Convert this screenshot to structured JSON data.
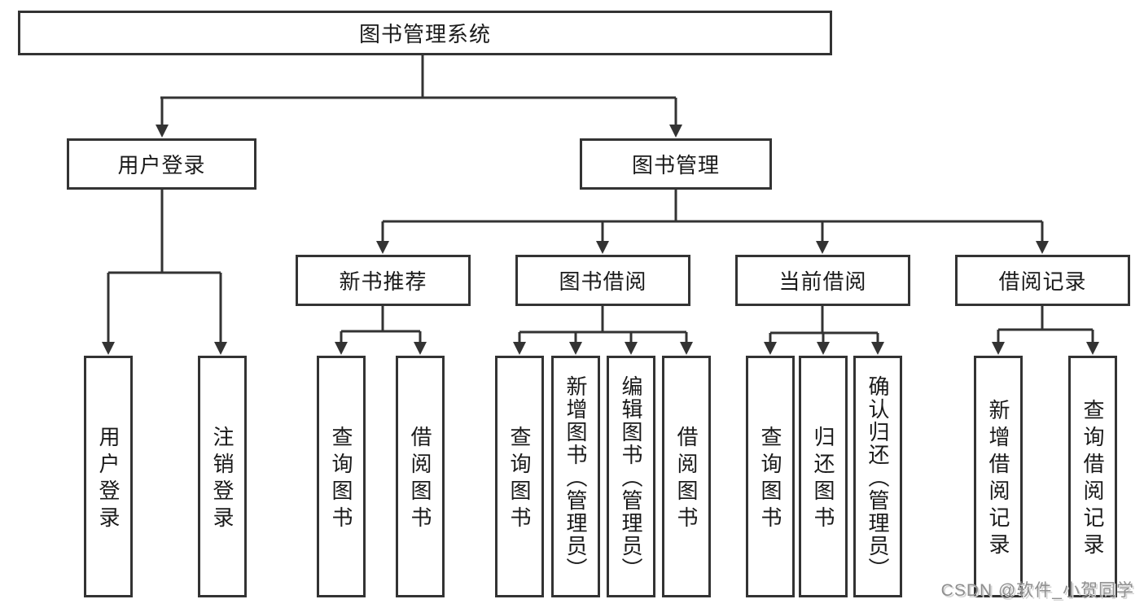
{
  "diagram": {
    "root": {
      "label": "图书管理系统"
    },
    "branches": [
      {
        "label": "用户登录",
        "leaves": [
          "用户登录",
          "注销登录"
        ]
      },
      {
        "label": "图书管理",
        "children": [
          {
            "label": "新书推荐",
            "leaves": [
              "查询图书",
              "借阅图书"
            ]
          },
          {
            "label": "图书借阅",
            "leaves": [
              "查询图书",
              "新增图书（管理员）",
              "编辑图书（管理员）",
              "借阅图书"
            ]
          },
          {
            "label": "当前借阅",
            "leaves": [
              "查询图书",
              "归还图书",
              "确认归还（管理员）"
            ]
          },
          {
            "label": "借阅记录",
            "leaves": [
              "新增借阅记录",
              "查询借阅记录"
            ]
          }
        ]
      }
    ]
  },
  "watermark": {
    "text": "CSDN @软件_小贺同学"
  },
  "colors": {
    "line": "#333333",
    "text": "#1a1a1a",
    "background": "#ffffff",
    "watermark": "#8f8f8f"
  }
}
